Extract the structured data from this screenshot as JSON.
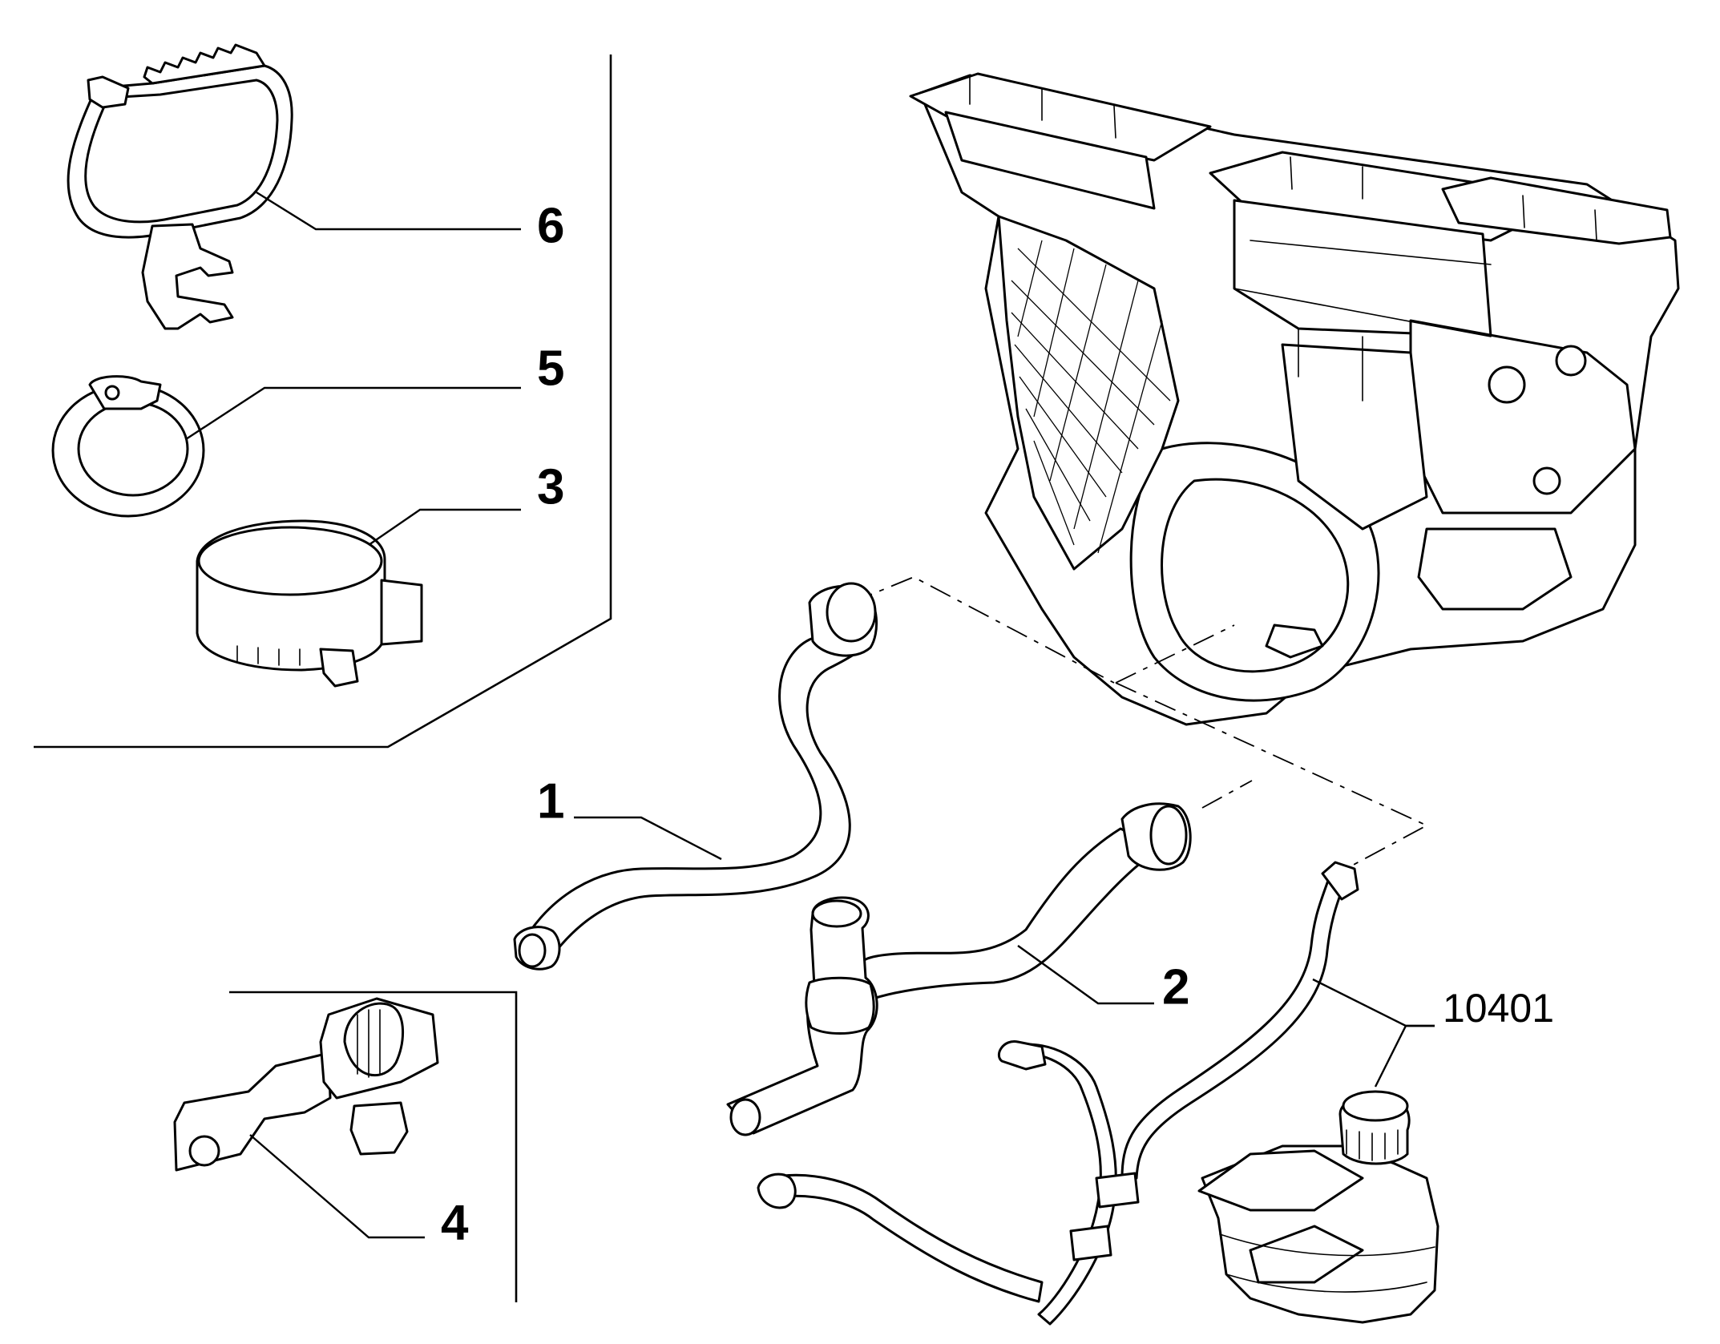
{
  "callouts": {
    "c1": "1",
    "c2": "2",
    "c3": "3",
    "c4": "4",
    "c5": "5",
    "c6": "6",
    "ref": "10401"
  }
}
